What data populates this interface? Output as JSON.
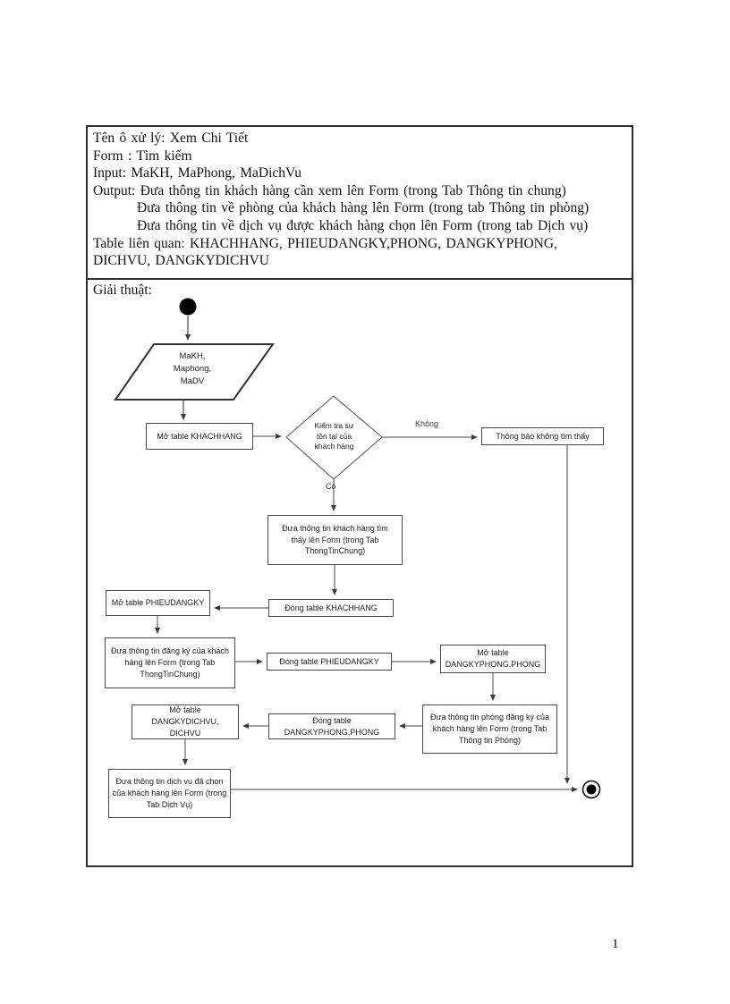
{
  "info": {
    "lines": [
      "Tên ô xử lý: Xem Chi Tiết",
      "Form : Tìm kiếm",
      "Input: MaKH, MaPhong, MaDichVu",
      "Output: Đưa thông tin khách hàng cần xem lên Form (trong Tab Thông tin chung)",
      "Đưa thông tin về phòng của khách hàng lên Form (trong tab Thông tin phòng)",
      "Đưa thông tin về dịch vụ được khách hàng chọn lên Form (trong tab Dịch vụ)",
      "Table liên quan: KHACHHANG, PHIEUDANGKY,PHONG, DANGKYPHONG,",
      "DICHVU, DANGKYDICHVU"
    ]
  },
  "algorithm": {
    "label": "Giải thuật:"
  },
  "flowchart": {
    "nodes": {
      "input": "MaKH,\nMaphong,\nMaDV",
      "mo_khachhang": "Mở table KHACHHANG",
      "decision": "Kiểm tra sự\ntồn tại của\nkhách hàng",
      "thongbao": "Thông báo không tìm thấy",
      "kh_form": "Đưa thông tin khách hàng tìm\nthấy lên Form (trong Tab\nThongTinChung)",
      "dong_khachhang": "Đóng table KHACHHANG",
      "mo_phieudangky": "Mở table PHIEUDANGKY",
      "dangky_form": "Đưa thông tin đăng ký của khách\nhàng  lên Form (trong Tab\nThongTinChung)",
      "dong_phieudangky": "Đóng table PHIEUDANGKY",
      "mo_dangkyphong": "Mở table\nDANGKYPHONG,PHONG",
      "phong_form": "Đưa thông tin phòng đăng ký của\nkhách hàng  lên Form (trong Tab\nThông tin Phòng)",
      "dong_dangkyphong": "Đóng table\nDANGKYPHONG,PHONG",
      "mo_dangkydichvu": "Mở table\nDANGKYDICHVU,\nDICHVU",
      "dichvu_form": "Đưa thông tin dịch vụ đã chọn\ncủa khách hàng  lên Form (trong\nTab Dịch Vụ)"
    },
    "edge_labels": {
      "no": "Không",
      "yes": "Có"
    },
    "colors": {
      "line": "#4a4a4a",
      "shape_stroke": "#333333",
      "node_fill": "#ffffff",
      "terminal_fill": "#000000"
    }
  },
  "page": {
    "number": "1"
  }
}
